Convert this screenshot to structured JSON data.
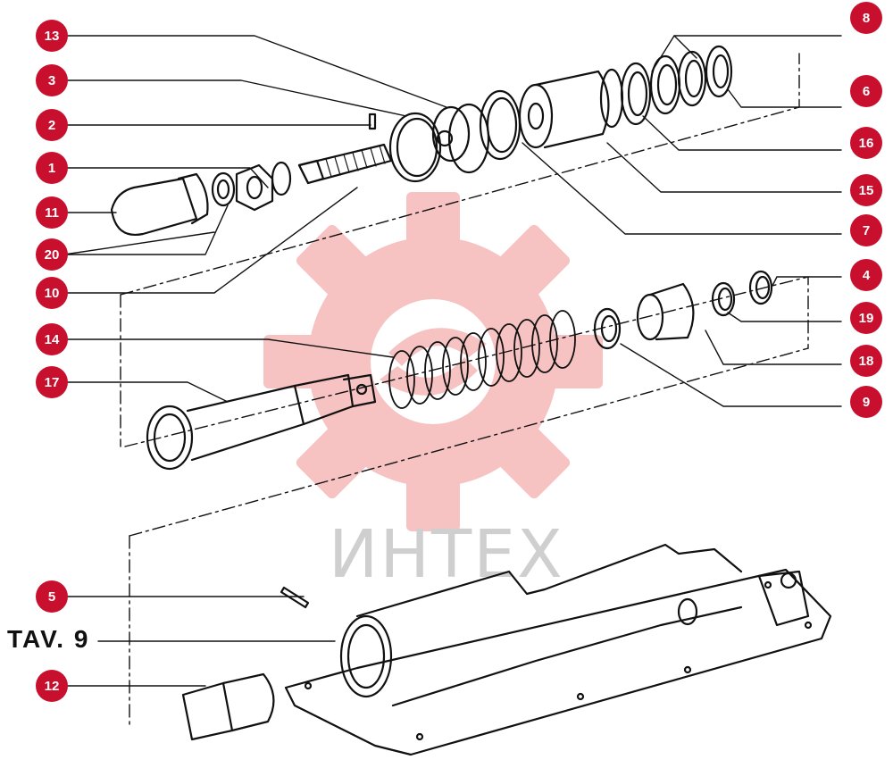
{
  "diagram_title": "TAV. 9",
  "watermark": {
    "brand_text": "ИНТЕХ",
    "gear_color": "#f5b8b8",
    "text_color": "#cfcfcf"
  },
  "callout_color": "#c8102e",
  "callouts": [
    {
      "label": "13"
    },
    {
      "label": "3"
    },
    {
      "label": "2"
    },
    {
      "label": "1"
    },
    {
      "label": "11"
    },
    {
      "label": "20"
    },
    {
      "label": "10"
    },
    {
      "label": "14"
    },
    {
      "label": "17"
    },
    {
      "label": "5"
    },
    {
      "label": "12"
    },
    {
      "label": "8"
    },
    {
      "label": "6"
    },
    {
      "label": "16"
    },
    {
      "label": "15"
    },
    {
      "label": "7"
    },
    {
      "label": "4"
    },
    {
      "label": "19"
    },
    {
      "label": "18"
    },
    {
      "label": "9"
    }
  ],
  "parts": [
    {
      "ref": "11",
      "name": "end-cap"
    },
    {
      "ref": "1",
      "name": "nut"
    },
    {
      "ref": "20",
      "name": "washers"
    },
    {
      "ref": "10",
      "name": "threaded-rod"
    },
    {
      "ref": "2",
      "name": "pin"
    },
    {
      "ref": "3",
      "name": "snap-ring"
    },
    {
      "ref": "13",
      "name": "flanged-bushing"
    },
    {
      "ref": "7",
      "name": "ring"
    },
    {
      "ref": "15",
      "name": "piston"
    },
    {
      "ref": "16",
      "name": "seal"
    },
    {
      "ref": "8",
      "name": "seal-set"
    },
    {
      "ref": "6",
      "name": "end-ring"
    },
    {
      "ref": "14",
      "name": "spring"
    },
    {
      "ref": "17",
      "name": "plunger-rod"
    },
    {
      "ref": "9",
      "name": "bushing"
    },
    {
      "ref": "18",
      "name": "sleeve"
    },
    {
      "ref": "19",
      "name": "ring"
    },
    {
      "ref": "4",
      "name": "snap-ring"
    },
    {
      "ref": "5",
      "name": "pin"
    },
    {
      "ref": "12",
      "name": "slider-block"
    }
  ]
}
